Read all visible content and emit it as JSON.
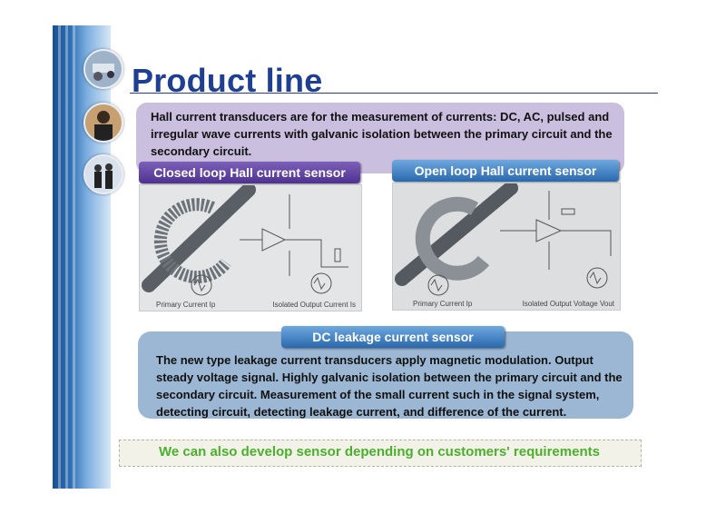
{
  "slide": {
    "title": "Product line",
    "intro": "Hall current transducers are for the measurement of currents: DC, AC, pulsed and irregular wave currents with galvanic isolation between the primary circuit and the secondary circuit.",
    "closed_loop": {
      "label": "Closed loop Hall current sensor",
      "caption_left": "Primary Current Ip",
      "caption_right": "Isolated Output Current Is"
    },
    "open_loop": {
      "label": "Open loop Hall current sensor",
      "caption_left": "Primary Current Ip",
      "caption_right": "Isolated Output Voltage Vout"
    },
    "dc_leakage": {
      "label": "DC leakage current sensor",
      "text": "The new type leakage current transducers apply magnetic modulation. Output steady voltage signal. Highly galvanic isolation between the primary circuit and the secondary circuit. Measurement of the small current such in the signal system, detecting circuit, detecting leakage current, and difference of the current."
    },
    "footer": "We can also develop sensor depending on customers' requirements",
    "colors": {
      "title": "#1f3f92",
      "intro_bg": "#cbbfe0",
      "dc_bg": "#9cb7d4",
      "footer_text": "#4caf2e"
    }
  }
}
